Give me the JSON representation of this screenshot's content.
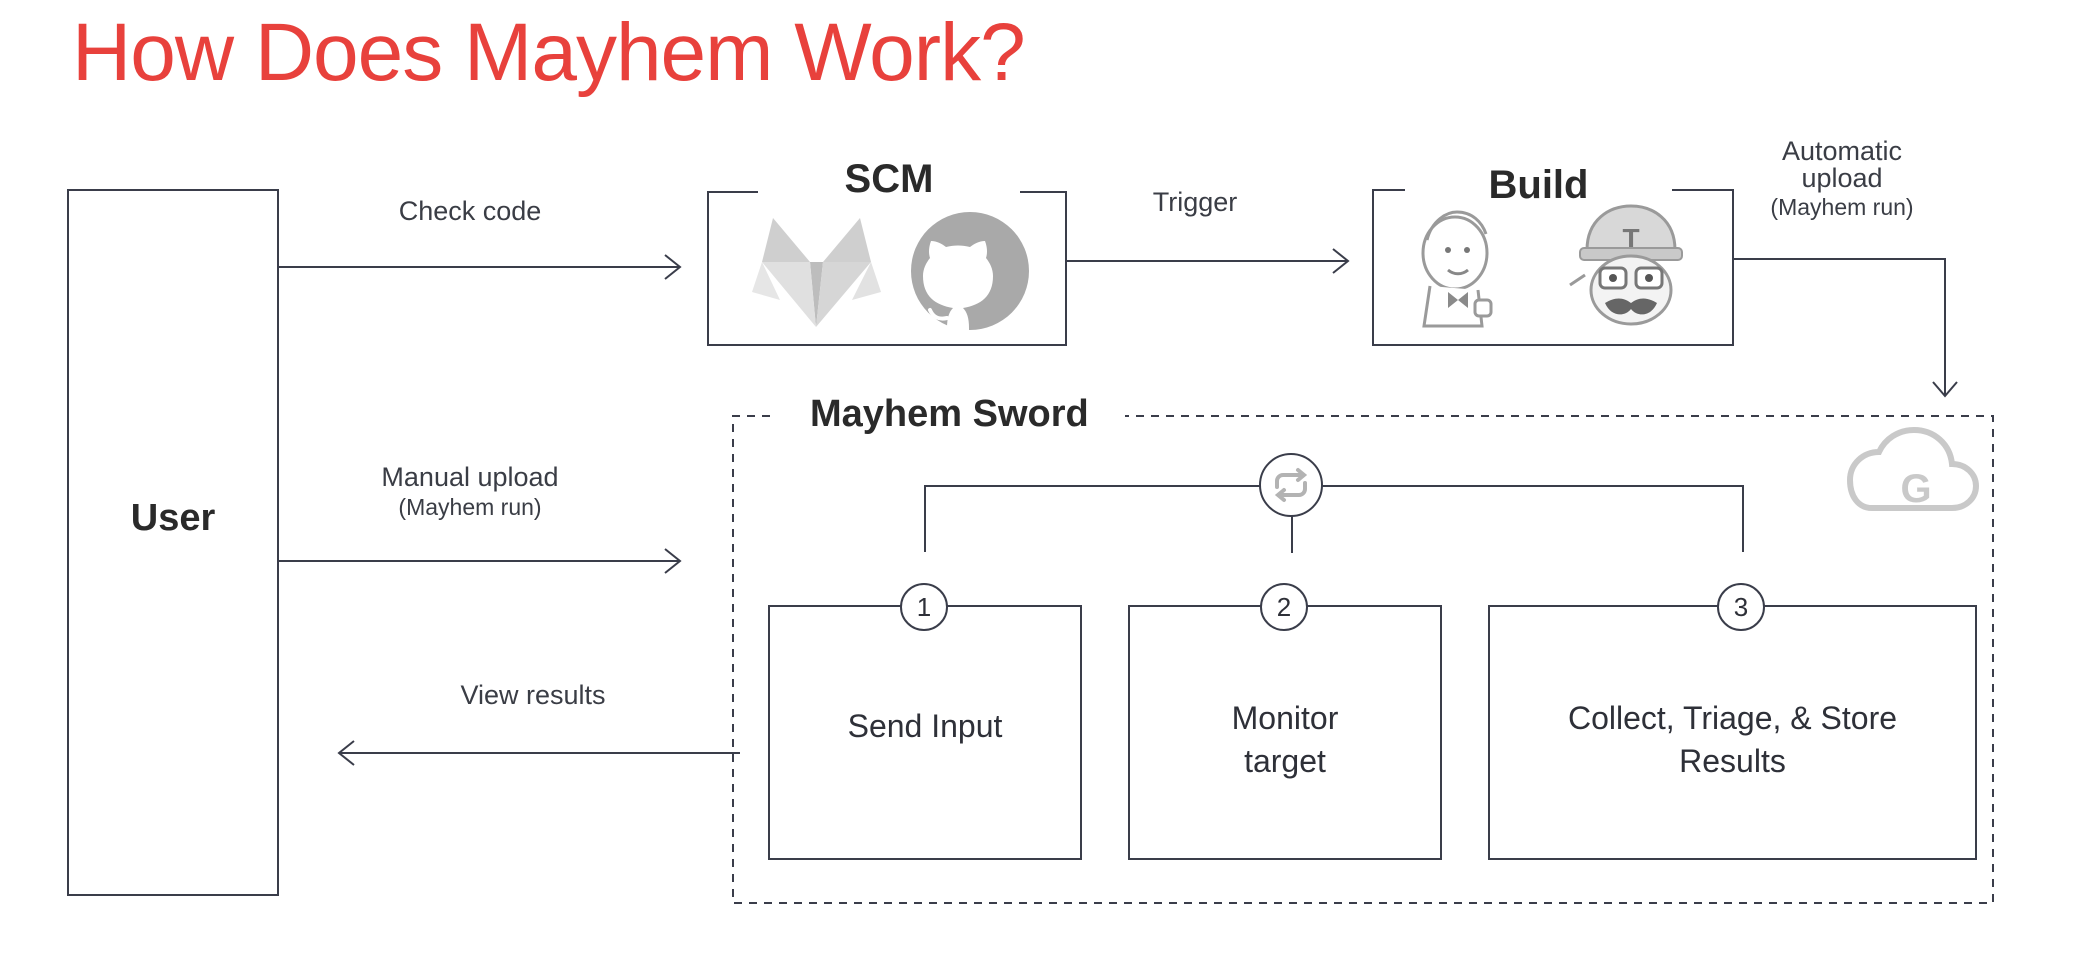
{
  "title": "How Does Mayhem Work?",
  "user": {
    "label": "User"
  },
  "scm": {
    "label": "SCM",
    "icons": [
      "gitlab-icon",
      "github-icon"
    ]
  },
  "build": {
    "label": "Build",
    "icons": [
      "jenkins-icon",
      "travis-ci-icon"
    ]
  },
  "sword": {
    "label": "Mayhem Sword",
    "cloud_icon": "google-cloud-icon"
  },
  "arrows": {
    "check_code": "Check code",
    "trigger": "Trigger",
    "automatic_upload_line1": "Automatic",
    "automatic_upload_line2": "upload",
    "automatic_upload_sub": "(Mayhem run)",
    "manual_upload": "Manual upload",
    "manual_upload_sub": "(Mayhem run)",
    "view_results": "View results"
  },
  "steps": [
    {
      "num": "1",
      "line1": "Send Input",
      "line2": ""
    },
    {
      "num": "2",
      "line1": "Monitor",
      "line2": "target"
    },
    {
      "num": "3",
      "line1": "Collect, Triage, & Store",
      "line2": "Results"
    }
  ],
  "colors": {
    "title": "#e8413c",
    "line": "#3a3d4a",
    "icon": "#a9a9a9"
  }
}
